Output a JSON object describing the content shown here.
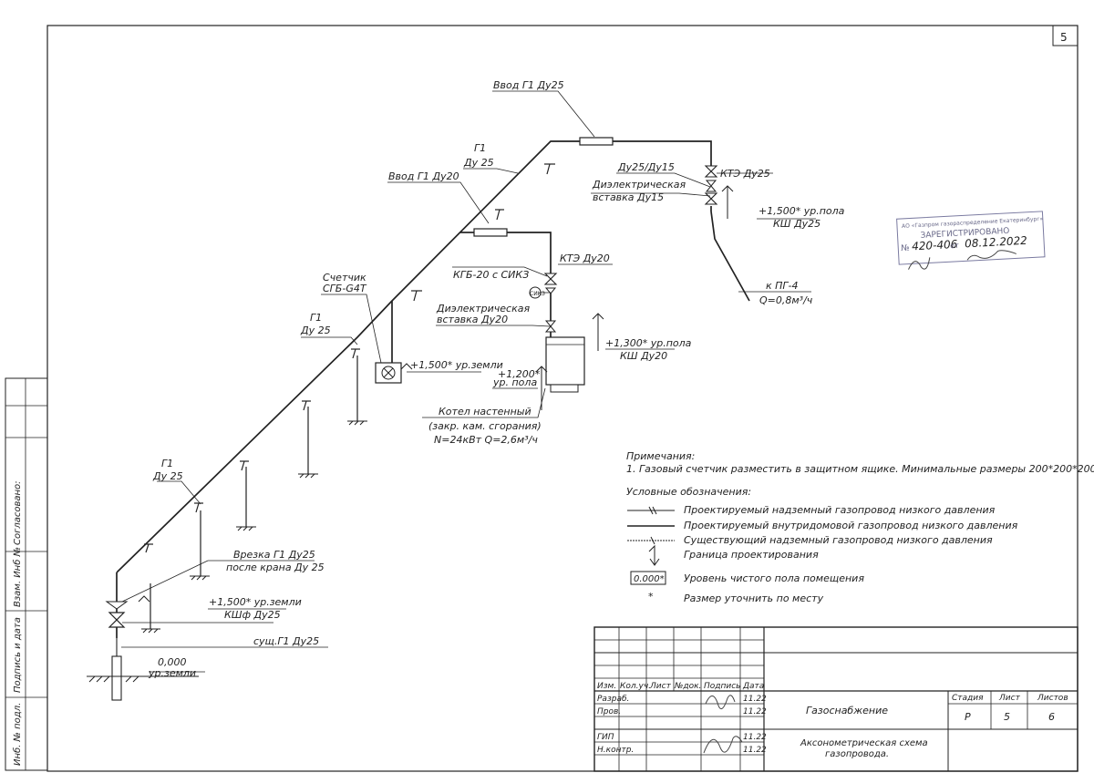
{
  "sheet_number": "5",
  "labels": {
    "vvod_g1_du25": "Ввод Г1 Ду25",
    "g1_top": "Г1",
    "du25_top": "Ду 25",
    "vvod_g1_du20": "Ввод Г1 Ду20",
    "du25_du15": "Ду25/Ду15",
    "kte_du25": "КТЭ Ду25",
    "dielectric_1": "Диэлектрическая",
    "vstavka_du15": "вставка Ду15",
    "level_1500_pola": "+1,500* ур.пола",
    "ksh_du25": "КШ Ду25",
    "k_pg4": "к ПГ-4",
    "q_pg4": "Q=0,8м³/ч",
    "meter_1": "Счетчик",
    "meter_2": "СГБ-G4Т",
    "kgb": "КГБ-20 с СИКЗ",
    "kte_du20": "КТЭ Ду20",
    "dielectric_2": "Диэлектрическая",
    "vstavka_du20": "вставка Ду20",
    "g1_mid": "Г1",
    "du25_mid": "Ду 25",
    "level_1500_zemli": "+1,500* ур.земли",
    "level_1200": "+1,200*",
    "ur_pola": "ур. пола",
    "level_1300": "+1,300* ур.пола",
    "ksh_du20": "КШ Ду20",
    "boiler_1": "Котел настенный",
    "boiler_2": "(закр. кам. сгорания)",
    "boiler_3": "N=24кВт Q=2,6м³/ч",
    "g1_low": "Г1",
    "du25_low": "Ду 25",
    "vrezka_1": "Врезка Г1 Ду25",
    "vrezka_2": "после крана Ду 25",
    "level_1500_zemli_2": "+1,500* ур.земли",
    "kshf": "КШф Ду25",
    "sush_g1": "сущ.Г1 Ду25",
    "zero": "0,000",
    "ur_zemli": "ур.земли",
    "sikz_tag": "СИКЗ"
  },
  "notes": {
    "title": "Примечания:",
    "item1": "1.  Газовый счетчик разместить в защитном ящике. Минимальные размеры 200*200*200."
  },
  "legend": {
    "title": "Условные обозначения:",
    "items": [
      "Проектируемый надземный газопровод низкого давления",
      "Проектируемый внутридомовой газопровод низкого давления",
      "Существующий надземный газопровод низкого давления",
      "Граница проектирования",
      "Уровень чистого пола помещения",
      "Размер уточнить по месту"
    ],
    "floor_mark": "0.000*",
    "star": "*"
  },
  "side_stamp": {
    "soglasovano": "Согласовано:",
    "vzam_inv": "Взам. Инб №",
    "podpis_data": "Подпись и дата",
    "inv_podl": "Инб. № подл."
  },
  "stamp": {
    "org": "АО «Газпром газораспределение Екатеринбург»",
    "reg": "ЗАРЕГИСТРИРОВАНО",
    "no_label": "№",
    "no_value": "420-406",
    "ot": "от",
    "date": "08.12.2022"
  },
  "title_block": {
    "cols": [
      "Изм.",
      "Кол.уч.",
      "Лист",
      "№док.",
      "Подпись",
      "Дата"
    ],
    "rows": [
      {
        "role": "Разраб.",
        "date": "11.22"
      },
      {
        "role": "Пров.",
        "date": "11.22"
      },
      {
        "role": "",
        "date": ""
      },
      {
        "role": "ГИП",
        "date": "11.22"
      },
      {
        "role": "Н.контр.",
        "date": "11.22"
      }
    ],
    "project": "Газоснабжение",
    "drawing_1": "Аксонометрическая схема",
    "drawing_2": "газопровода.",
    "stage_h": "Стадия",
    "sheet_h": "Лист",
    "sheets_h": "Листов",
    "stage": "Р",
    "sheet": "5",
    "sheets": "6"
  }
}
